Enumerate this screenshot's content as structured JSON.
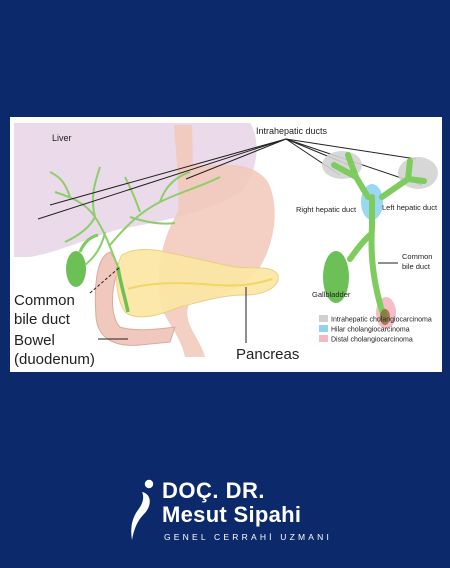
{
  "diagram": {
    "labels": {
      "liver": "Liver",
      "intrahepatic_ducts": "Intrahepatic ducts",
      "right_hepatic_duct": "Right hepatic duct",
      "left_hepatic_duct": "Left hepatic duct",
      "common_bile_duct_right_1": "Common",
      "common_bile_duct_right_2": "bile duct",
      "gallbladder": "Gallbladder",
      "common_bile_duct_left_1": "Common",
      "common_bile_duct_left_2": "bile duct",
      "bowel_1": "Bowel",
      "bowel_2": "(duodenum)",
      "pancreas": "Pancreas"
    },
    "legend": [
      {
        "label": "Intrahepatic cholangiocarcinoma",
        "color": "#cfcfcf"
      },
      {
        "label": "Hilar cholangiocarcinoma",
        "color": "#8fd3ef"
      },
      {
        "label": "Distal cholangiocarcinoma",
        "color": "#f3b9c4"
      }
    ]
  },
  "brand": {
    "line1": "DOÇ. DR.",
    "line2": "Mesut Sipahi",
    "subtitle": "GENEL CERRAHİ UZMANI"
  },
  "colors": {
    "background": "#0c2a6b",
    "duct_green": "#7ecb5e",
    "liver": "#e7d3e6",
    "stomach": "#f2c7b8",
    "pancreas": "#fbe7a6"
  }
}
